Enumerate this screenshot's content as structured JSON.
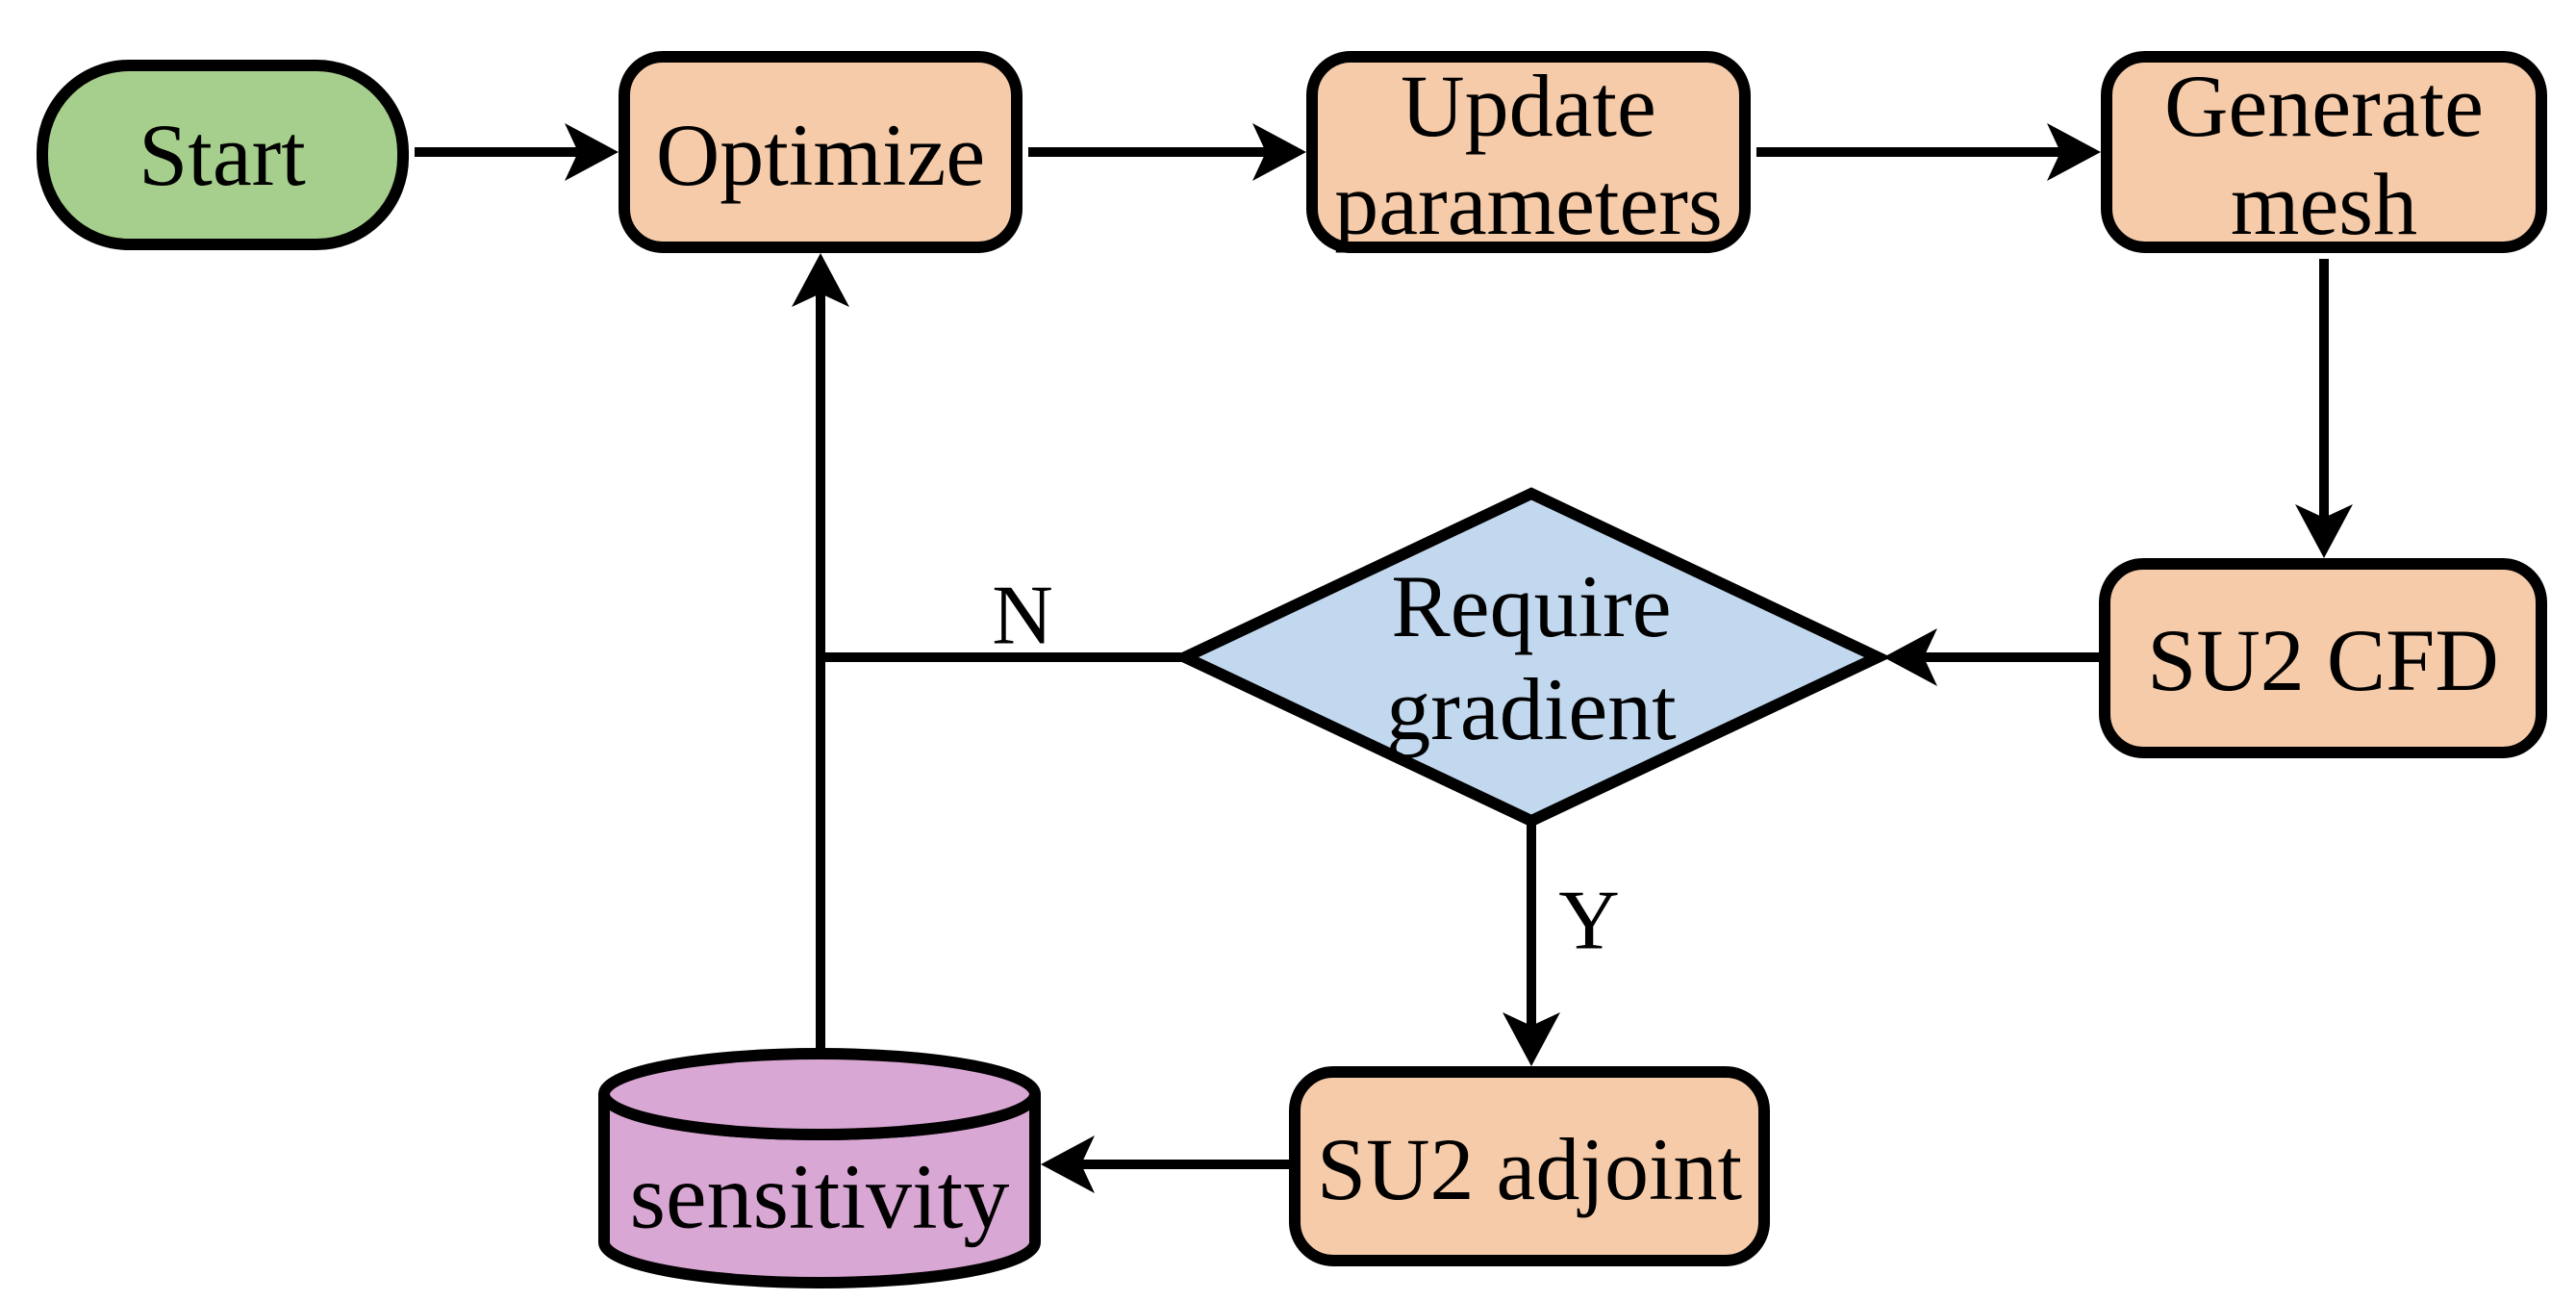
{
  "diagram": {
    "background": "#ffffff",
    "line_color": "#000000",
    "nodes": {
      "start": {
        "label": "Start",
        "shape": "terminator",
        "fill": "#a6ce8c"
      },
      "optimize": {
        "label": "Optimize",
        "shape": "process",
        "fill": "#f6cba9"
      },
      "update_parameters": {
        "label_lines": [
          "Update",
          "parameters"
        ],
        "shape": "process",
        "fill": "#f6cba9"
      },
      "generate_mesh": {
        "label_lines": [
          "Generate",
          "mesh"
        ],
        "shape": "process",
        "fill": "#f6cba9"
      },
      "su2_cfd": {
        "label": "SU2 CFD",
        "shape": "process",
        "fill": "#f6cba9"
      },
      "require_gradient": {
        "label_lines": [
          "Require",
          "gradient"
        ],
        "shape": "decision",
        "fill": "#c2d8ee"
      },
      "su2_adjoint": {
        "label": "SU2 adjoint",
        "shape": "process",
        "fill": "#f6cba9"
      },
      "sensitivity": {
        "label": "sensitivity",
        "shape": "database",
        "fill": "#d9a7d4"
      }
    },
    "edge_labels": {
      "no": "N",
      "yes": "Y"
    },
    "edges": [
      {
        "from": "start",
        "to": "optimize"
      },
      {
        "from": "optimize",
        "to": "update_parameters"
      },
      {
        "from": "update_parameters",
        "to": "generate_mesh"
      },
      {
        "from": "generate_mesh",
        "to": "su2_cfd"
      },
      {
        "from": "su2_cfd",
        "to": "require_gradient"
      },
      {
        "from": "require_gradient",
        "to": "optimize",
        "label": "N"
      },
      {
        "from": "require_gradient",
        "to": "su2_adjoint",
        "label": "Y"
      },
      {
        "from": "su2_adjoint",
        "to": "sensitivity"
      },
      {
        "from": "sensitivity",
        "to": "optimize"
      }
    ]
  }
}
